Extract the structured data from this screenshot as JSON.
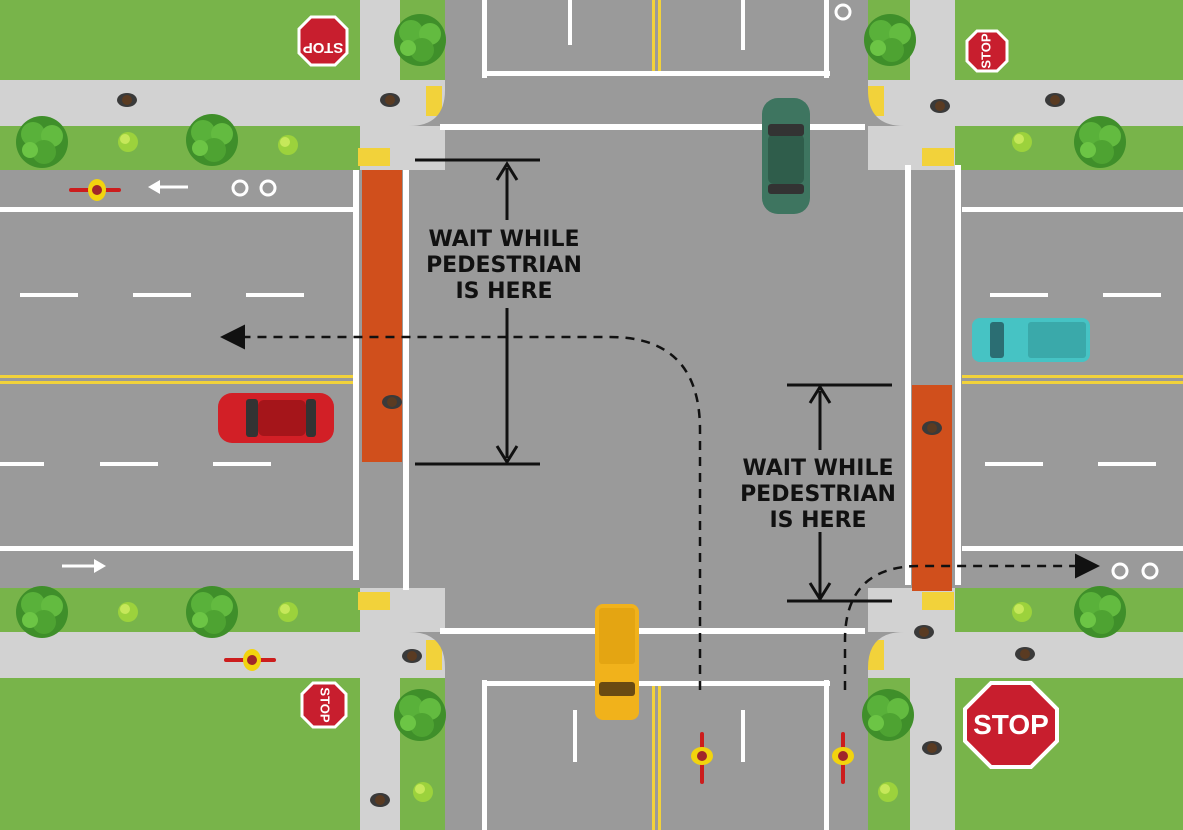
{
  "signs": {
    "stop_top_left": "STOP",
    "stop_top_right": "STOP",
    "stop_bottom_left": "STOP",
    "stop_bottom_right": "STOP"
  },
  "annotations": {
    "left_line1": "WAIT WHILE",
    "left_line2": "PEDESTRIAN",
    "left_line3": "IS HERE",
    "right_line1": "WAIT WHILE",
    "right_line2": "PEDESTRIAN",
    "right_line3": "IS HERE"
  },
  "colors": {
    "road": "#9a9a9a",
    "grass": "#78b44a",
    "sidewalk": "#d2d2d2",
    "crosswalk_highlight": "#d04f1c",
    "centerline": "#f2d23a",
    "stop_sign": "#c81e2e",
    "red_car": "#d21f26",
    "green_car": "#3e7560",
    "teal_truck": "#46c3c4",
    "yellow_truck": "#f1b21b"
  },
  "icons": [
    "stop-sign-icon",
    "bike-lane-icon",
    "bicycle-icon",
    "pedestrian-icon",
    "car-icon",
    "pickup-truck-icon",
    "tree-icon",
    "shrub-icon"
  ]
}
